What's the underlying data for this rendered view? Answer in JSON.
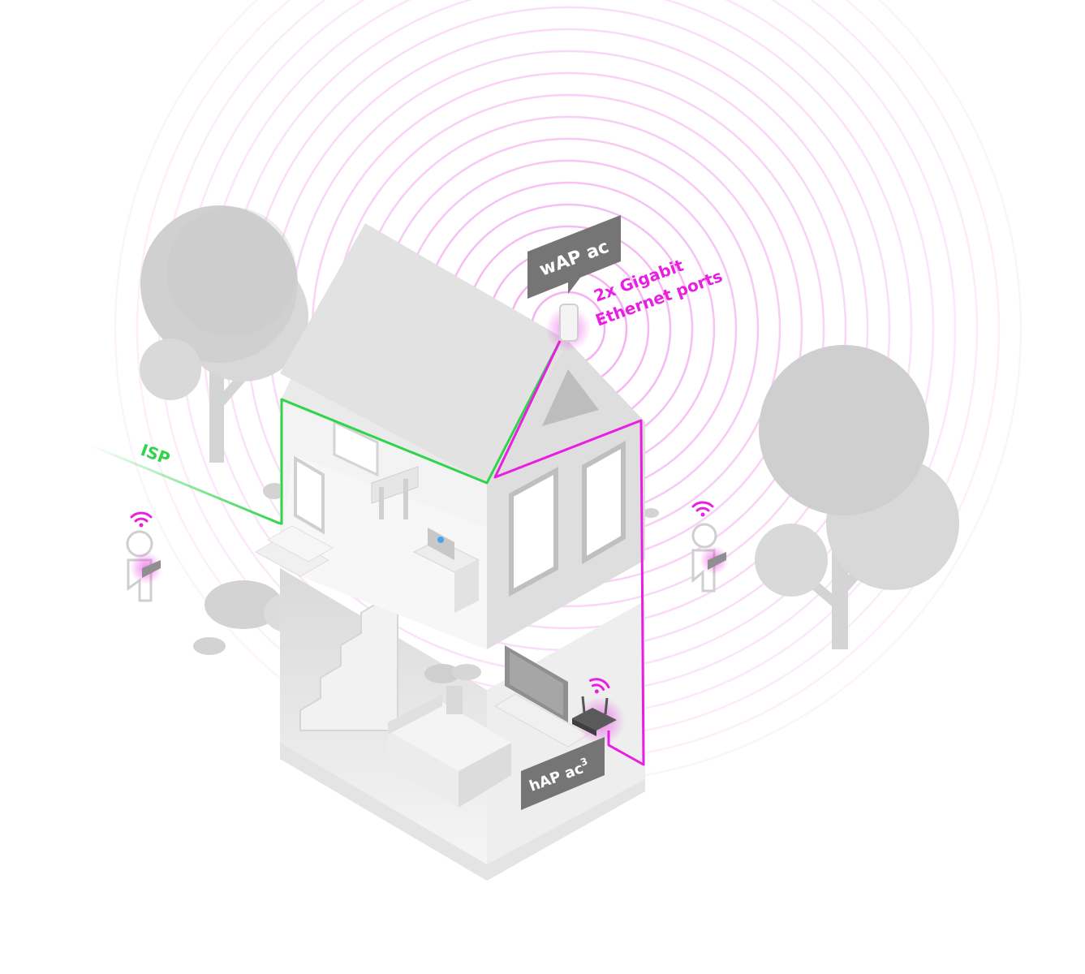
{
  "labels": {
    "isp": "ISP",
    "access_point": "wAP ac",
    "ports_line1": "2x Gigabit",
    "ports_line2": "Ethernet ports",
    "router_base": "hAP ac",
    "router_sup": "3"
  },
  "colors": {
    "isp_line": "#2fd44a",
    "wireless": "#e81ee0",
    "wave": "#f3a8ef",
    "grey_light": "#e6e6e6",
    "grey_mid": "#cfcfcf",
    "grey_dark": "#6b6b6b",
    "label_box": "#757575"
  },
  "icons": {
    "wifi": "wifi-icon",
    "laptop": "laptop-icon",
    "router": "router-icon",
    "tree": "tree-icon",
    "person": "person-icon"
  }
}
